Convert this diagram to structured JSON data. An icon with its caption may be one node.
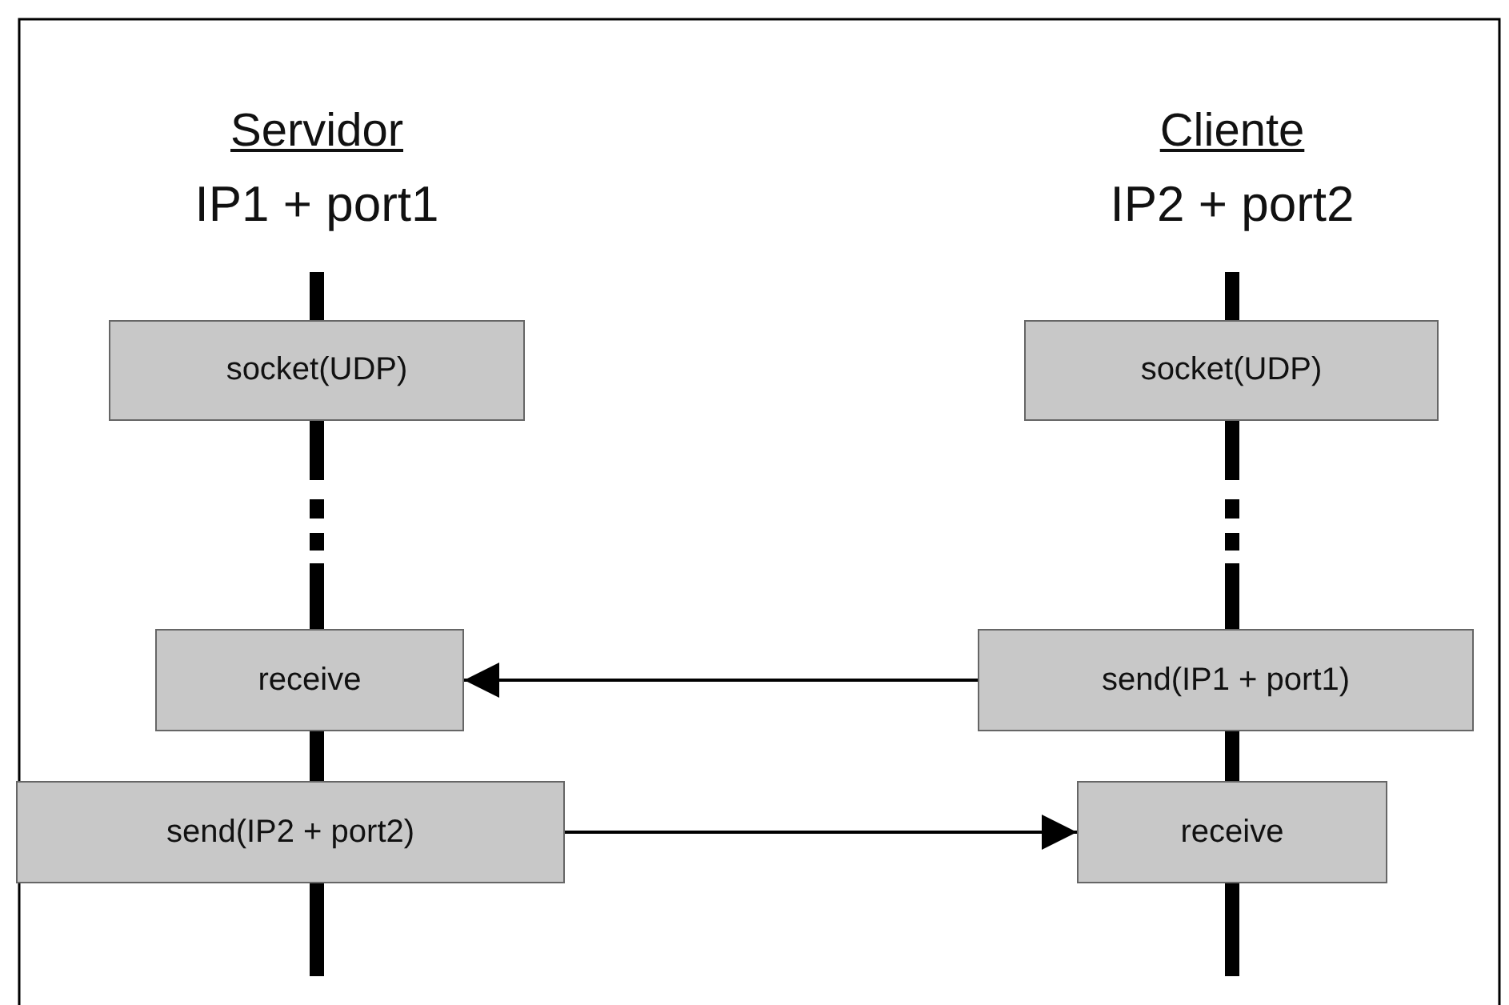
{
  "diagram": {
    "nodes": [
      {
        "text": [
          "socket(UDP)"
        ]
      },
      {
        "text": [
          "socket(UDP)"
        ]
      },
      {
        "text": [
          "receive"
        ]
      },
      {
        "text": [
          "send(IP1 + port1)"
        ]
      },
      {
        "text": [
          "send(IP2 + port2)"
        ]
      },
      {
        "text": [
          "receive"
        ]
      }
    ],
    "edges": [
      {
        "from": 3,
        "to": 2,
        "arrow": "to"
      },
      {
        "from": 4,
        "to": 5,
        "arrow": "to"
      }
    ],
    "labels": [
      "Servidor",
      "IP1 + port1",
      "Cliente",
      "IP2 + port2"
    ]
  }
}
